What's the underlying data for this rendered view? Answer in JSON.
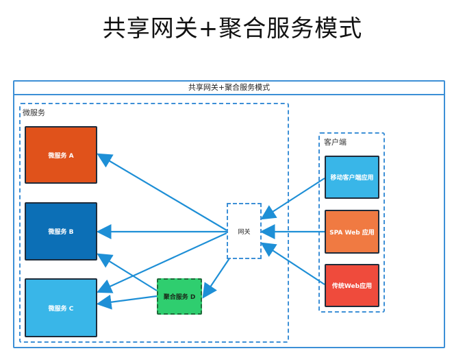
{
  "title": "共享网关+聚合服务模式",
  "frame_title": "共享网关+聚合服务模式",
  "groups": {
    "microservices_label": "微服务",
    "clients_label": "客户端"
  },
  "services": {
    "a": "微服务 A",
    "b": "微服务 B",
    "c": "微服务 C"
  },
  "gateway": "网关",
  "aggregator": "聚合服务 D",
  "clients": {
    "mobile": "移动客户端应用",
    "spa": "SPA Web 应用",
    "web": "传统Web应用"
  },
  "colors": {
    "frame": "#3c8fd6",
    "service_a": "#e0521b",
    "service_b": "#0c6fb6",
    "service_c": "#39b6e8",
    "aggregator": "#2fce6f",
    "client_mobile": "#39b6e8",
    "client_spa": "#f07a42",
    "client_web": "#ef4b3c"
  }
}
